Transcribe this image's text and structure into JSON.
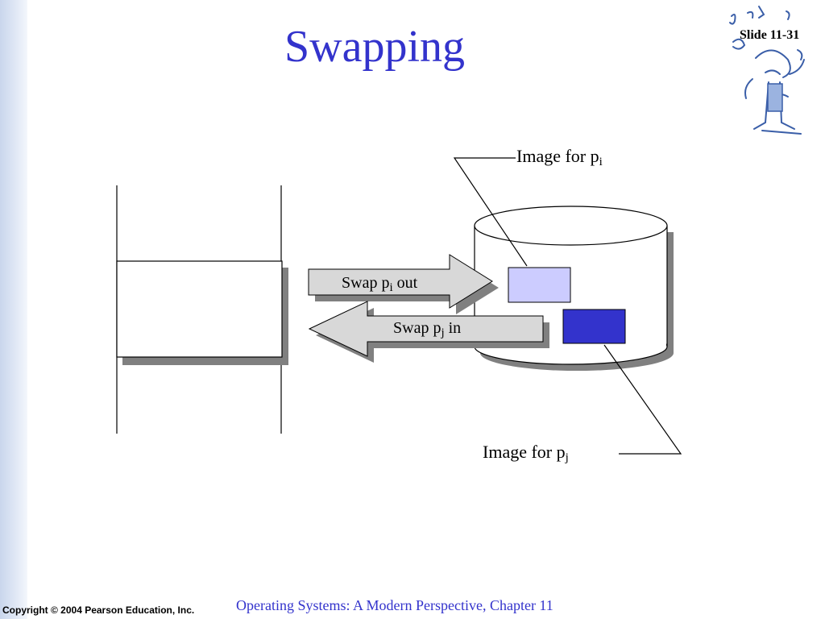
{
  "slide": {
    "title": "Swapping",
    "slide_number": "Slide 11-31",
    "copyright": "Copyright © 2004 Pearson Education, Inc.",
    "footer": "Operating Systems: A Modern Perspective, Chapter 11"
  },
  "diagram": {
    "image_i_label": {
      "text": "Image for p",
      "sub": "i"
    },
    "image_j_label": {
      "text": "Image for p",
      "sub": "j"
    },
    "swap_out_label": {
      "text": "Swap p",
      "sub": "i",
      "suffix": " out"
    },
    "swap_in_label": {
      "text": "Swap p",
      "sub": "j",
      "suffix": " in"
    },
    "colors": {
      "title": "#3333cc",
      "image_i_fill": "#ccccff",
      "image_j_fill": "#3333cc",
      "arrow_fill": "#d8d8d8",
      "shadow": "#808080"
    }
  }
}
